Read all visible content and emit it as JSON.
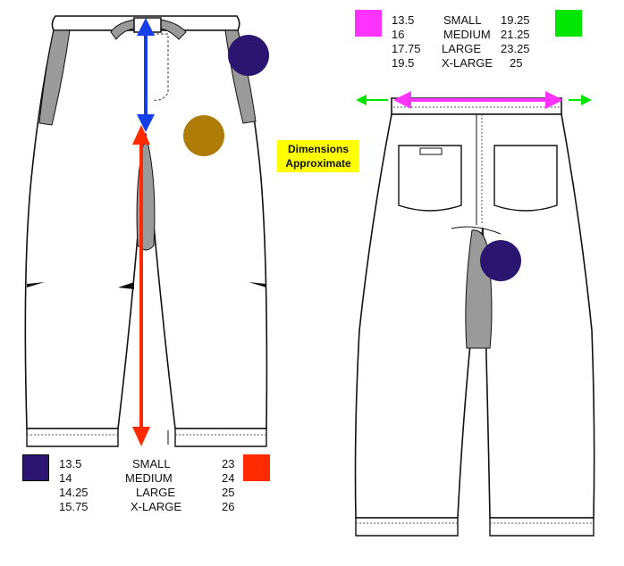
{
  "note": {
    "line1": "Dimensions",
    "line2": "Approximate"
  },
  "colors": {
    "inseam_front_rise": "#2a1670",
    "inseam": "#ff2a00",
    "waist": "#ff33ff",
    "waist_stretch": "#00e600",
    "blue_arrow": "#1540e8",
    "gold_dot": "#b07c08",
    "navy_dot": "#2a1670",
    "panel_gray": "#9a9a9a"
  },
  "top_table": {
    "rows": [
      {
        "a": "13.5",
        "size": "SMALL",
        "b": "19.25"
      },
      {
        "a": "16",
        "size": "MEDIUM",
        "b": "21.25"
      },
      {
        "a": "17.75",
        "size": "LARGE",
        "b": "23.25"
      },
      {
        "a": "19.5",
        "size": "X-LARGE",
        "b": "25"
      }
    ]
  },
  "bottom_table": {
    "rows": [
      {
        "a": "13.5",
        "size": "SMALL",
        "b": "23"
      },
      {
        "a": "14",
        "size": "MEDIUM",
        "b": "24"
      },
      {
        "a": "14.25",
        "size": "LARGE",
        "b": "25"
      },
      {
        "a": "15.75",
        "size": "X-LARGE",
        "b": "26"
      }
    ]
  }
}
